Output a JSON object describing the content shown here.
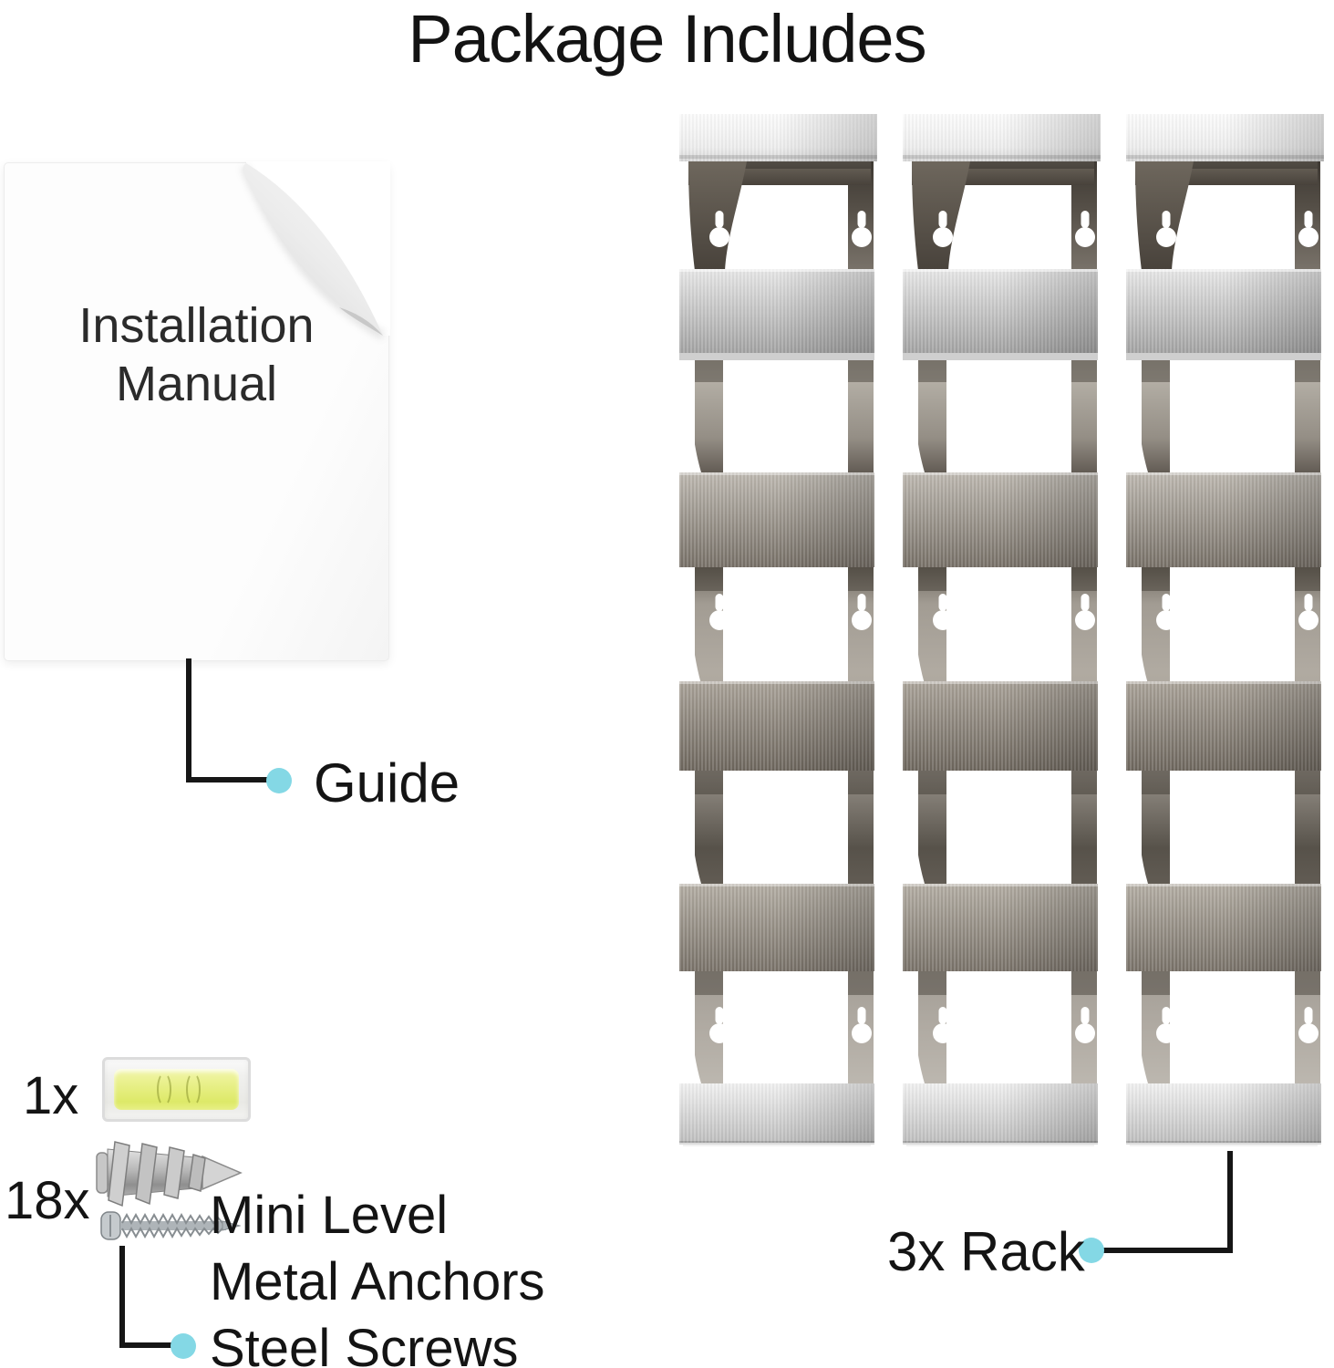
{
  "title": "Package Includes",
  "accent_color": "#84d8e5",
  "manual": {
    "line1": "Installation",
    "line2": "Manual",
    "callout": "Guide"
  },
  "hardware": {
    "level_qty": "1x",
    "screws_qty": "18x",
    "labels": [
      "Mini Level",
      "Metal Anchors",
      "Steel Screws"
    ]
  },
  "racks": {
    "count": 3,
    "callout": "3x Rack"
  }
}
